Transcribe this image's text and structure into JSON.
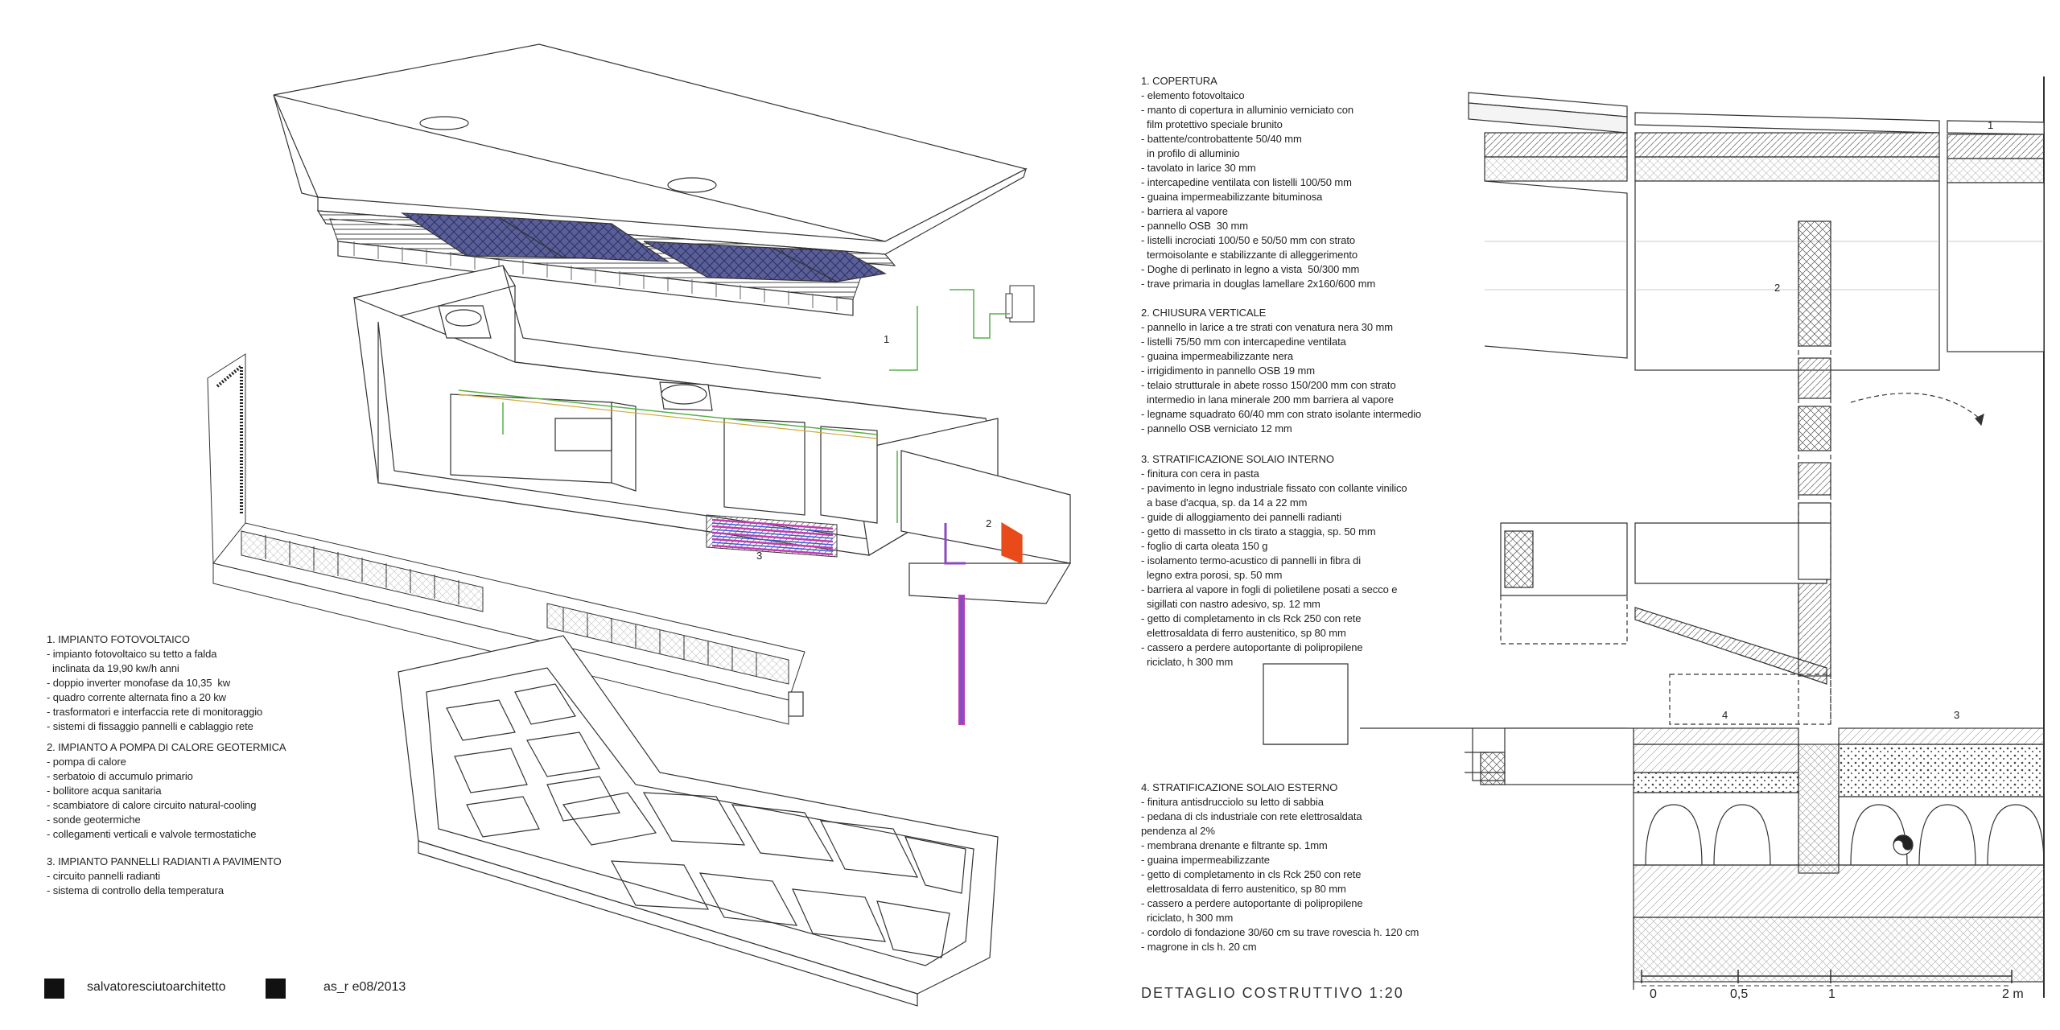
{
  "left_notes": {
    "s1": {
      "heading": "1. IMPIANTO FOTOVOLTAICO",
      "lines": [
        "- impianto fotovoltaico su tetto a falda",
        "  inclinata da 19,90 kw/h anni",
        "- doppio inverter monofase da 10,35  kw",
        "- quadro corrente alternata fino a 20 kw",
        "- trasformatori e interfaccia rete di monitoraggio",
        "- sistemi di fissaggio pannelli e cablaggio rete"
      ]
    },
    "s2": {
      "heading": "2. IMPIANTO A POMPA DI CALORE GEOTERMICA",
      "lines": [
        "- pompa di calore",
        "- serbatoio di accumulo primario",
        "- bollitore acqua sanitaria",
        "- scambiatore di calore circuito natural-cooling",
        "- sonde geotermiche",
        "- collegamenti verticali e valvole termostatiche"
      ]
    },
    "s3": {
      "heading": "3. IMPIANTO PANNELLI RADIANTI A PAVIMENTO",
      "lines": [
        "- circuito pannelli radianti",
        "- sistema di controllo della temperatura"
      ]
    }
  },
  "right_notes": {
    "s1": {
      "heading": "1. COPERTURA",
      "lines": [
        "- elemento fotovoltaico",
        "- manto di copertura in alluminio verniciato con",
        "  film protettivo speciale brunito",
        "- battente/controbattente 50/40 mm",
        "  in profilo di alluminio",
        "- tavolato in larice 30 mm",
        "- intercapedine ventilata con listelli 100/50 mm",
        "- guaina impermeabilizzante bituminosa",
        "- barriera al vapore",
        "- pannello OSB  30 mm",
        "- listelli incrociati 100/50 e 50/50 mm con strato",
        "  termoisolante e stabilizzante di alleggerimento",
        "- Doghe di perlinato in legno a vista  50/300 mm",
        "- trave primaria in douglas lamellare 2x160/600 mm"
      ]
    },
    "s2": {
      "heading": "2. CHIUSURA VERTICALE",
      "lines": [
        "- pannello in larice a tre strati con venatura nera 30 mm",
        "- listelli 75/50 mm con intercapedine ventilata",
        "- guaina impermeabilizzante nera",
        "- irrigidimento in pannello OSB 19 mm",
        "- telaio strutturale in abete rosso 150/200 mm con strato",
        "  intermedio in lana minerale 200 mm barriera al vapore",
        "- legname squadrato 60/40 mm con strato isolante intermedio",
        "- pannello OSB verniciato 12 mm"
      ]
    },
    "s3": {
      "heading": "3. STRATIFICAZIONE SOLAIO INTERNO",
      "lines": [
        "- finitura con cera in pasta",
        "- pavimento in legno industriale fissato con collante vinilico",
        "  a base d'acqua, sp. da 14 a 22 mm",
        "- guide di alloggiamento dei pannelli radianti",
        "- getto di massetto in cls tirato a staggia, sp. 50 mm",
        "- foglio di carta oleata 150 g",
        "- isolamento termo-acustico di pannelli in fibra di",
        "  legno extra porosi, sp. 50 mm",
        "- barriera al vapore in fogli di polietilene posati a secco e",
        "  sigillati con nastro adesivo, sp. 12 mm",
        "- getto di completamento in cls Rck 250 con rete",
        "  elettrosaldata di ferro austenitico, sp 80 mm",
        "- cassero a perdere autoportante di polipropilene",
        "  riciclato, h 300 mm"
      ]
    },
    "s4": {
      "heading": "4. STRATIFICAZIONE SOLAIO ESTERNO",
      "lines": [
        "- finitura antisdrucciolo su letto di sabbia",
        "- pedana di cls industriale con rete elettrosaldata",
        "pendenza al 2%",
        "- membrana drenante e filtrante sp. 1mm",
        "- guaina impermeabilizzante",
        "- getto di completamento in cls Rck 250 con rete",
        "  elettrosaldata di ferro austenitico, sp 80 mm",
        "- cassero a perdere autoportante di polipropilene",
        "  riciclato, h 300 mm",
        "- cordolo di fondazione 30/60 cm su trave rovescia h. 120 cm",
        "- magrone in cls h. 20 cm"
      ]
    }
  },
  "axon_labels": {
    "l1": "1",
    "l2": "2",
    "l3": "3"
  },
  "detail_labels": {
    "l1": "1",
    "l2": "2",
    "l3": "3",
    "l4": "4"
  },
  "scale_bar": {
    "t0": "0",
    "t1": "0,5",
    "t2": "1",
    "t3": "2 m"
  },
  "footer": {
    "firm": "salvatoresciutoarchitetto",
    "code": "as_r  e08/2013"
  },
  "detail_title": "DETTAGLIO COSTRUTTIVO   1:20",
  "colors": {
    "pv": "#4a4f86",
    "pipe_green": "#55b04a",
    "pipe_red": "#d23a3a",
    "pipe_blue": "#3a5bd2",
    "accent_orange": "#e84a1a",
    "line": "#333333"
  }
}
